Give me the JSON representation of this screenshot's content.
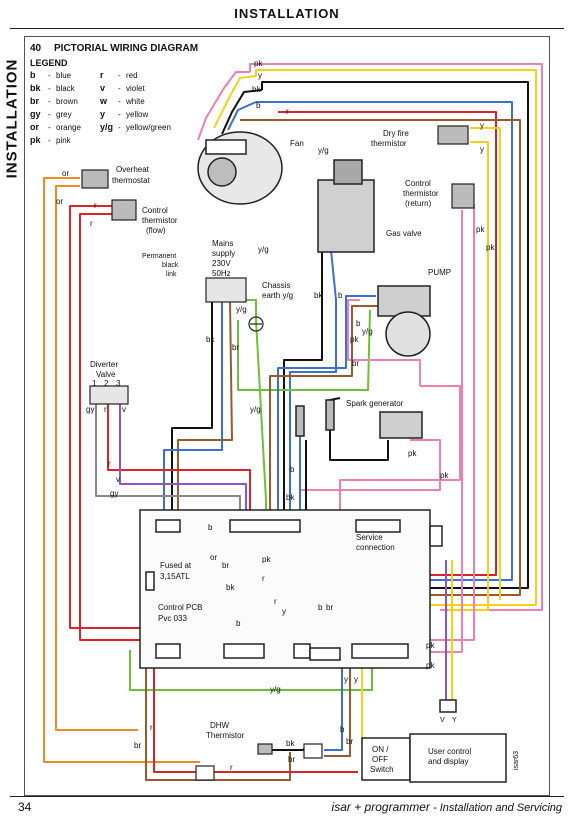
{
  "header": "INSTALLATION",
  "side_title": "INSTALLATION",
  "section_number": "40",
  "section_title": "PICTORIAL WIRING DIAGRAM",
  "legend": {
    "title": "LEGEND",
    "left": [
      {
        "code": "b",
        "dash": "-",
        "name": "blue"
      },
      {
        "code": "bk",
        "dash": "-",
        "name": "black"
      },
      {
        "code": "br",
        "dash": "-",
        "name": "brown"
      },
      {
        "code": "gy",
        "dash": "-",
        "name": "grey"
      },
      {
        "code": "or",
        "dash": "-",
        "name": "orange"
      },
      {
        "code": "pk",
        "dash": "-",
        "name": "pink"
      }
    ],
    "right": [
      {
        "code": "r",
        "dash": "-",
        "name": "red"
      },
      {
        "code": "v",
        "dash": "-",
        "name": "violet"
      },
      {
        "code": "w",
        "dash": "-",
        "name": "white"
      },
      {
        "code": "y",
        "dash": "-",
        "name": "yellow"
      },
      {
        "code": "y/g",
        "dash": "-",
        "name": "yellow/green"
      }
    ]
  },
  "components": {
    "fan": "Fan",
    "overheat_1": "Overheat",
    "overheat_2": "thermostat",
    "ctrl_flow_1": "Control",
    "ctrl_flow_2": "thermistor",
    "ctrl_flow_3": "(flow)",
    "dry_fire_1": "Dry fire",
    "dry_fire_2": "thermistor",
    "ctrl_return_1": "Control",
    "ctrl_return_2": "thermistor",
    "ctrl_return_3": "(return)",
    "gas_valve": "Gas valve",
    "pump": "PUMP",
    "mains_1": "Mains",
    "mains_2": "supply",
    "mains_3": "230V",
    "mains_4": "50Hz",
    "perm_1": "Permanent",
    "perm_2": "black",
    "perm_3": "link",
    "chassis_1": "Chassis",
    "chassis_2": "earth y/g",
    "diverter_1": "Diverter",
    "diverter_2": "Valve",
    "diverter_pins": [
      "1",
      "2",
      "3"
    ],
    "spark": "Spark generator",
    "service_1": "Service",
    "service_2": "connection",
    "fused_1": "Fused at",
    "fused_2": "3,15ATL",
    "pcb_1": "Control PCB",
    "pcb_2": "Pvc 033",
    "dhw_1": "DHW",
    "dhw_2": "Thermistor",
    "onoff_1": "ON /",
    "onoff_2": "OFF",
    "onoff_3": "Switch",
    "user_1": "User control",
    "user_2": "and display",
    "ref": "isar63"
  },
  "wire_labels": {
    "pk_top": "pk",
    "y_top": "y",
    "bk_top": "bk",
    "b_top": "b",
    "r_top": "r",
    "yg_fan": "y/g",
    "or_ovh": "or",
    "or_left": "or",
    "r_flow": "r",
    "r_flow2": "r",
    "y_dry": "y",
    "y_dry2": "y",
    "pk_ret": "pk",
    "pk_ret2": "pk",
    "yg_mains": "y/g",
    "bk_mains": "bk",
    "br_mains": "br",
    "yg_mains2": "y/g",
    "bk_gv": "bk",
    "b_gv": "b",
    "yg_pump": "y/g",
    "pk_pump": "pk",
    "b_pump": "b",
    "br_pump": "br",
    "gy_div": "gy",
    "r_div": "r",
    "v_div": "v",
    "r_div2": "r",
    "v_div2": "v",
    "gy_div2": "gy",
    "b_sp": "b",
    "bk_sp": "bk",
    "pk_sp": "pk",
    "pk_sp2": "pk",
    "b_pcb": "b",
    "pk_pcb": "pk",
    "or_pcb": "or",
    "br_pcb": "br",
    "r_pcb": "r",
    "bk_pcb": "bk",
    "y_pcb": "y",
    "b_pcb2": "b",
    "br_pcb2": "br",
    "r_pcb2": "r",
    "pk_pcb2": "pk",
    "pk_pcb3": "pk",
    "y_pcb2": "y",
    "y_pcb3": "y",
    "yg_pcb": "y/g",
    "b_pcb3": "b",
    "b_pcb4": "b",
    "r_dhw": "r",
    "br_dhw": "br",
    "br_dhw2": "br",
    "bk_dhw": "bk",
    "b_dhw": "b",
    "r_dhw2": "r",
    "br_dhw3": "br",
    "v_user": "V",
    "y_user": "Y"
  },
  "footer": {
    "page": "34",
    "product": "isar + programmer",
    "dash": " - ",
    "doc": "Installation and Servicing"
  },
  "colors": {
    "pink": "#ec7fb4",
    "yellow": "#f2d21b",
    "black": "#111111",
    "blue": "#3d6fd1",
    "red": "#d8242a",
    "brown": "#9a5a2b",
    "orange": "#ef8a28",
    "grey": "#8a8a8a",
    "violet": "#8f55c6",
    "yellow_green": "#6fbf3c"
  }
}
